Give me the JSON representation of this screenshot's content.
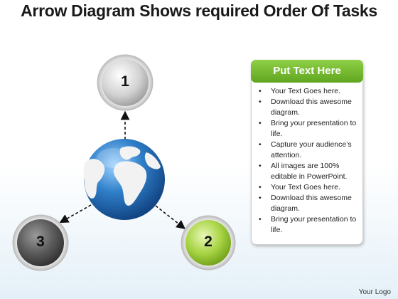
{
  "title": "Arrow Diagram Shows required Order Of Tasks",
  "nodes": [
    {
      "label": "1",
      "color": "#c8c8c8"
    },
    {
      "label": "2",
      "color": "#9ccd3c"
    },
    {
      "label": "3",
      "color": "#5a5a5a"
    }
  ],
  "textbox": {
    "header": "Put Text Here",
    "header_color": "#6db52a",
    "bullets": [
      "Your Text Goes here.",
      "Download this awesome diagram.",
      "Bring your presentation to life.",
      "Capture your audience’s attention.",
      "All images are 100% editable in PowerPoint.",
      "Your Text Goes here.",
      "Download this awesome diagram.",
      "Bring your presentation to life."
    ]
  },
  "logo": "Your Logo",
  "icons": {
    "center": "globe-icon"
  }
}
